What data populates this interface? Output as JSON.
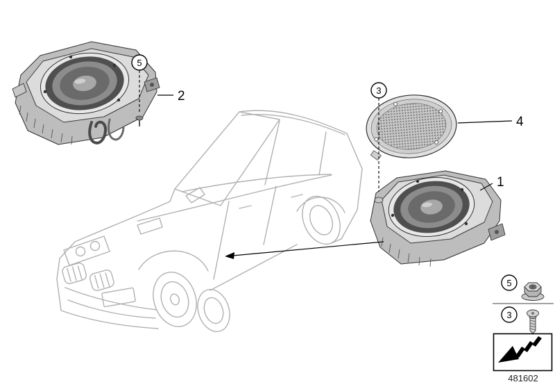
{
  "diagram": {
    "number": "481602"
  },
  "callouts": {
    "speaker_right": "1",
    "speaker_left": "2",
    "screw": "3",
    "cover": "4",
    "nut": "5"
  },
  "legend": {
    "rows": [
      {
        "label": "5",
        "icon": "flange-nut-icon"
      },
      {
        "label": "3",
        "icon": "screw-icon"
      }
    ],
    "direction_box_icon": "travel-direction-arrow-icon"
  },
  "colors": {
    "callout_line": "#000000",
    "car_outline": "#b0b0b0",
    "illustration_dark": "#4f4f4f",
    "illustration_mid": "#8c8c8c",
    "illustration_light": "#dcdcdc"
  }
}
